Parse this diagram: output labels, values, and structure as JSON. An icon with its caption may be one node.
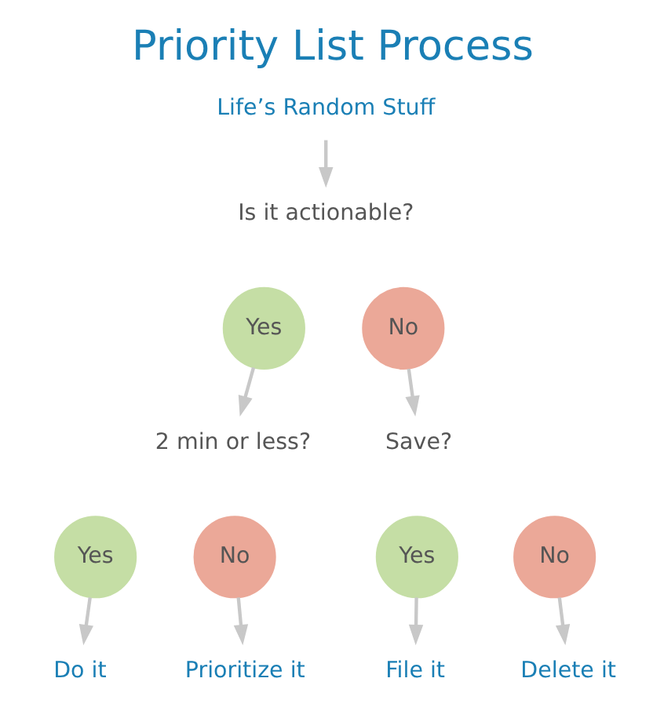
{
  "diagram": {
    "title": "Priority List Process",
    "nodes": [
      {
        "text": [
          "Life’s Random Stuff"
        ]
      },
      {
        "text": [
          "Is it actionable?"
        ]
      },
      {
        "text": [
          "Yes"
        ]
      },
      {
        "text": [
          "No"
        ]
      },
      {
        "text": [
          "2 min or less?"
        ]
      },
      {
        "text": [
          "Save?"
        ]
      },
      {
        "text": [
          "Yes"
        ]
      },
      {
        "text": [
          "No"
        ]
      },
      {
        "text": [
          "Yes"
        ]
      },
      {
        "text": [
          "No"
        ]
      },
      {
        "text": [
          "Do it"
        ]
      },
      {
        "text": [
          "Prioritize it"
        ]
      },
      {
        "text": [
          "File it"
        ]
      },
      {
        "text": [
          "Delete it"
        ]
      }
    ],
    "edges": [
      {
        "from": 0,
        "to": 1,
        "arrow": "to"
      },
      {
        "from": 2,
        "to": 4,
        "arrow": "to"
      },
      {
        "from": 3,
        "to": 5,
        "arrow": "to"
      },
      {
        "from": 6,
        "to": 10,
        "arrow": "to"
      },
      {
        "from": 7,
        "to": 11,
        "arrow": "to"
      },
      {
        "from": 8,
        "to": 12,
        "arrow": "to"
      },
      {
        "from": 9,
        "to": 13,
        "arrow": "to"
      }
    ]
  }
}
